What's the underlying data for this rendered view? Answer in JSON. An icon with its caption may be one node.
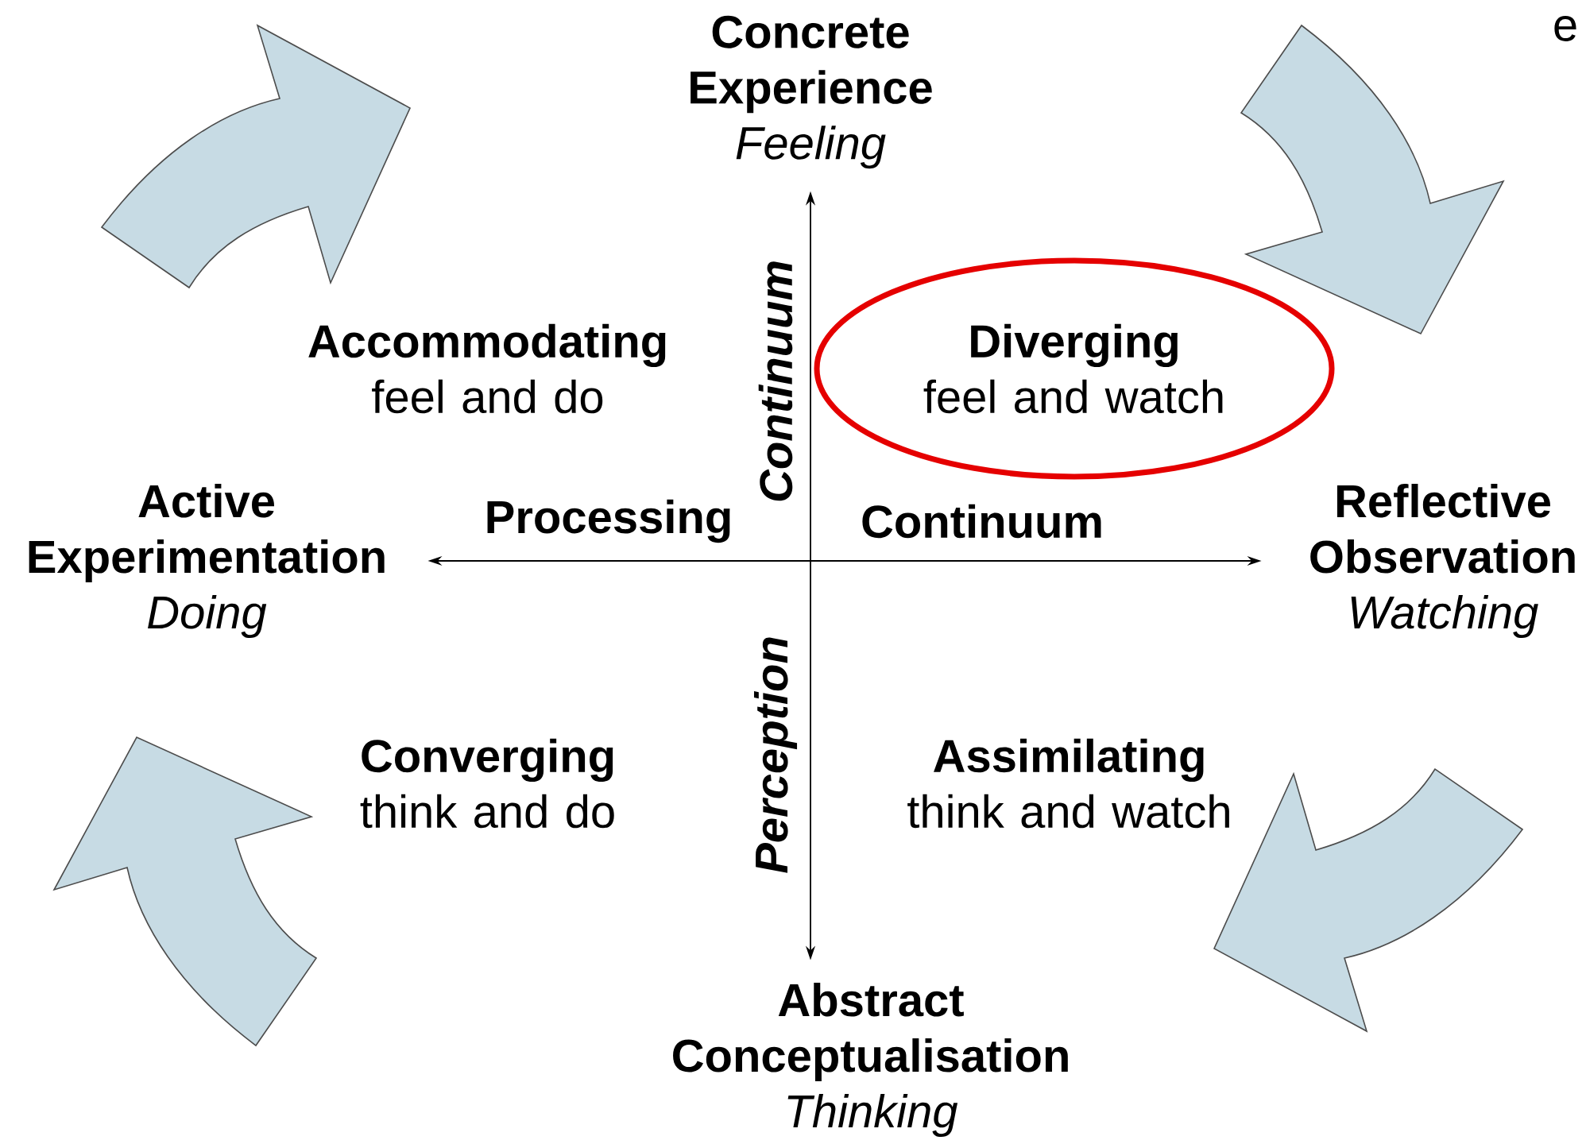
{
  "diagram": {
    "nodes": [
      {
        "text": [
          "Concrete Experience",
          "Feeling"
        ]
      },
      {
        "text": [
          "Accommodating",
          "feel and do"
        ]
      },
      {
        "text": [
          "Diverging",
          "feel and watch"
        ]
      },
      {
        "text": [
          "Active Experimentation",
          "Doing"
        ]
      },
      {
        "text": [
          "Reflective Observation",
          "Watching"
        ]
      },
      {
        "text": [
          "Converging",
          "think and do"
        ]
      },
      {
        "text": [
          "Assimilating",
          "think and watch"
        ]
      },
      {
        "text": [
          "Abstract Conceptualisation",
          "Thinking"
        ]
      }
    ],
    "edges": [
      {
        "from": 0,
        "to": 7,
        "arrow": "both"
      },
      {
        "from": 3,
        "to": 4,
        "arrow": "both"
      }
    ],
    "labels": [
      "e",
      "Continuum",
      "Processing",
      "Continuum",
      "Perception"
    ]
  }
}
